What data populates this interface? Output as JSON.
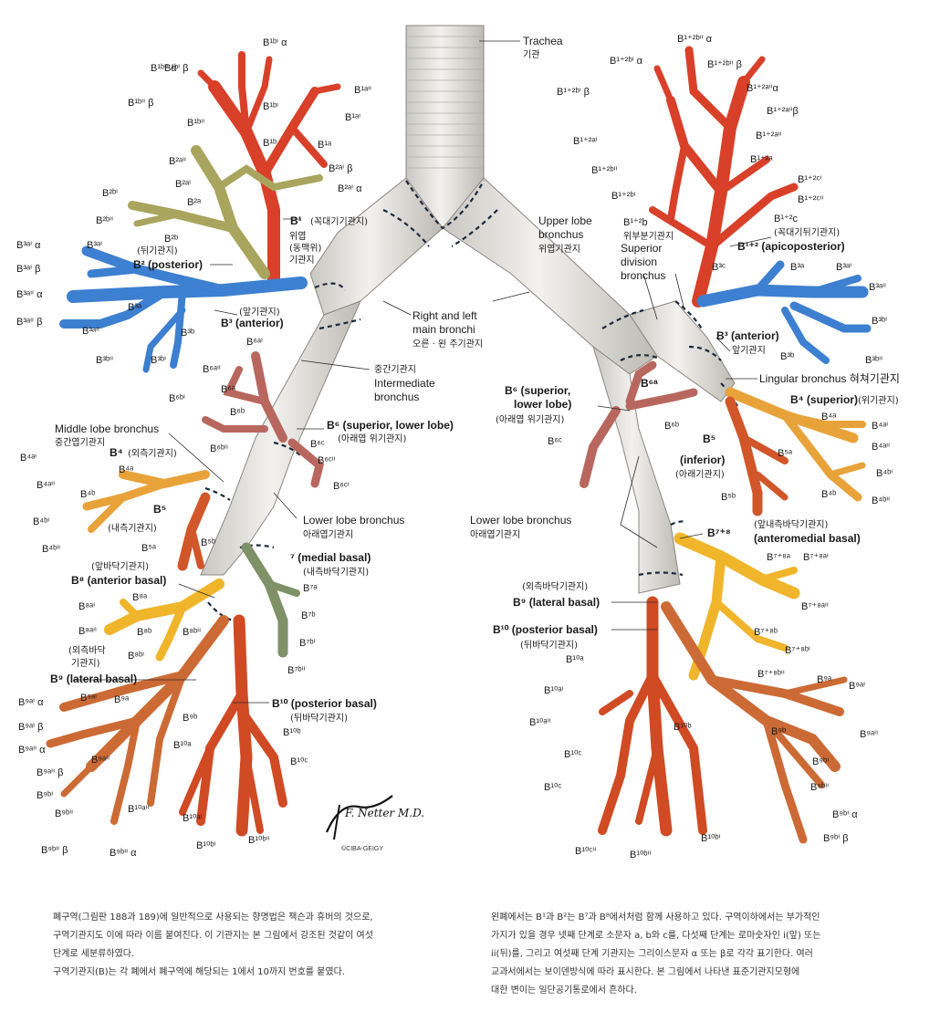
{
  "colors": {
    "trachea": "#e6e4df",
    "B1": "#d8402a",
    "B2": "#a9a55e",
    "B3": "#3d7fd0",
    "B4": "#e8a23a",
    "B5": "#d1562a",
    "B6": "#b8675f",
    "B7": "#7f9166",
    "B8": "#f0b52a",
    "B9": "#cc6a35",
    "B10": "#d04a24",
    "B12": "#d8402a",
    "B78": "#f0b52a"
  },
  "labels": {
    "trachea_en": "Trachea",
    "trachea_ko": "기관",
    "main_bronchi_en_1": "Right and left",
    "main_bronchi_en_2": "main bronchi",
    "main_bronchi_ko": "오른 · 왼 주기관지",
    "intermediate_ko": "중간기관지",
    "intermediate_en_1": "Intermediate",
    "intermediate_en_2": "bronchus",
    "middle_lobe_en": "Middle lobe bronchus",
    "middle_lobe_ko": "중간엽기관지",
    "lower_lobe_r_en": "Lower lobe bronchus",
    "lower_lobe_r_ko": "아래엽기관지",
    "lower_lobe_l_en": "Lower lobe bronchus",
    "lower_lobe_l_ko": "아래엽기관지",
    "upper_lobe_en_1": "Upper lobe",
    "upper_lobe_en_2": "bronchus",
    "upper_lobe_ko": "위엽기관지",
    "superior_div_1": "Superior",
    "superior_div_2": "division",
    "superior_div_3": "bronchus",
    "upper_lobe_r_ko_1": "위엽",
    "upper_lobe_r_ko_2": "(동맥위)",
    "upper_lobe_r_ko_3": "기관지",
    "b1_r": "B",
    "b1_r_ko": "(꼭대기기관지)",
    "b2_r_ko": "(뒤기관지)",
    "b2_r": "B² (posterior)",
    "b3_r_ko": "(앞기관지)",
    "b3_r": "B³ (anterior)",
    "b6_r": "B⁶ (superior, lower lobe)",
    "b6_r_ko": "(아래엽 위기관지)",
    "b4_r": "B⁴",
    "b4_r_ko": "(외측기관지)",
    "b5_r": "B⁵",
    "b5_r_ko": "(내측기관지)",
    "b7_r": "⁷ (medial basal)",
    "b7_r_ko": "(내측바닥기관지)",
    "b8_r": "B⁸ (anterior basal)",
    "b8_r_ko": "(앞바닥기관지)",
    "b9_r": "B⁹ (lateral basal)",
    "b9_r_ko_1": "(외측바닥",
    "b9_r_ko_2": "기관지)",
    "b10_r": "B¹⁰ (posterior basal)",
    "b10_r_ko": "(뒤바닥기관지)",
    "b12_l": "B¹⁺² (apicoposterior)",
    "b12_l_ko": "(꼭대기뒤기관지)",
    "b1b_l": "B¹⁺²b",
    "b1b_l_ko": "위부분기관지",
    "b1c_l": "B¹⁺²c",
    "b3_l": "B³ (anterior)",
    "b3_l_ko": "앞기관지",
    "lingular": "Lingular bronchus 혀쳐기관지",
    "b4_l": "B⁴ (superior)",
    "b4_l_ko": "(위기관지)",
    "b5_l": "B⁵",
    "b5_l_2": "(inferior)",
    "b5_l_ko": "(아래기관지)",
    "b6_l": "B⁶ (superior,",
    "b6_l_2": "lower lobe)",
    "b6_l_ko": "(아래엽 위기관지)",
    "b78_l": "B⁷⁺⁸",
    "b78_l_ko": "(앞내측바닥기관지)",
    "b78_l_2": "(anteromedial basal)",
    "b9_l": "B⁹ (lateral basal)",
    "b9_l_ko": "(외측바닥기관지)",
    "b10_l": "B¹⁰ (posterior basal)",
    "b10_l_ko": "(뒤바닥기관지)",
    "signature": "F. Netter M.D.",
    "signature_sub": "©CIBA-GEIGY"
  },
  "segment_labels_right": [
    "B¹ᵇⁱ β",
    "B¹ᵇⁱ α",
    "B¹ᵇⁱⁱ α",
    "B¹ᵃⁱⁱ",
    "B¹ᵇⁱⁱ β",
    "B¹ᵇⁱ",
    "B¹ᵃⁱ",
    "B¹ᵇⁱⁱ",
    "B¹ᵇ",
    "B¹ᵃ",
    "B²ᵃⁱⁱ",
    "B²ᵃⁱ β",
    "B²ᵃⁱ",
    "B²ᵃⁱ α",
    "B²ᵇⁱ",
    "B²ᵃ",
    "B²ᵇⁱⁱ",
    "B²ᵇ",
    "B³ᵃⁱ α",
    "B³ᵃⁱ",
    "B³ᵃⁱ β",
    "B³ᵃⁱⁱ α",
    "B³ᵃ",
    "B³ᵃⁱⁱ β",
    "B³ᵃⁱⁱ",
    "B³ᵇ",
    "B³ᵇⁱⁱ",
    "B³ᵇⁱ",
    "B⁶ᵃⁱ",
    "B⁶ᵃⁱⁱ",
    "B⁶ᵃ",
    "B⁶ᵇⁱ",
    "B⁶ᵇ",
    "B⁶ᶜ",
    "B⁶ᵇⁱⁱ",
    "B⁶ᶜⁱⁱ",
    "B⁶ᶜⁱ",
    "B⁴ᵃⁱ",
    "B⁴ᵃ",
    "B⁴ᵃⁱⁱ",
    "B⁴ᵇ",
    "B⁴ᵇⁱ",
    "B⁴ᵇⁱⁱ",
    "B⁵ᵃ",
    "B⁵ᵇ",
    "B⁷ᵃ",
    "B⁷ᵇ",
    "B⁷ᵇⁱ",
    "B⁷ᵇⁱⁱ",
    "B⁸ᵃⁱ",
    "B⁸ᵃ",
    "B⁸ᵃⁱⁱ",
    "B⁸ᵇ",
    "B⁸ᵇⁱⁱ",
    "B⁸ᵇⁱ",
    "B⁹ᵃⁱ α",
    "B⁹ᵃⁱ",
    "B⁹ᵃ",
    "B⁹ᵃⁱ β",
    "B⁹ᵇ",
    "B⁹ᵃⁱⁱ α",
    "B⁹ᵃⁱⁱ",
    "B⁹ᵃⁱⁱ β",
    "B⁹ᵇⁱ",
    "B⁹ᵇⁱⁱ",
    "B⁹ᵇⁱⁱ β",
    "B⁹ᵇⁱⁱ α",
    "B¹⁰ᵇ",
    "B¹⁰ᵃ",
    "B¹⁰ᶜ",
    "B¹⁰ᵃⁱⁱ",
    "B¹⁰ᵃⁱ",
    "B¹⁰ᵇⁱ",
    "B¹⁰ᵇⁱⁱ"
  ],
  "segment_labels_left": [
    "B¹⁺²ᵇⁱⁱ α",
    "B¹⁺²ᵇⁱ α",
    "B¹⁺²ᵇⁱⁱ β",
    "B¹⁺²ᵇⁱ β",
    "B¹⁺²ᵃⁱⁱα",
    "B¹⁺²ᵃⁱⁱβ",
    "B¹⁺²ᵃⁱ",
    "B¹⁺²ᵃⁱⁱ",
    "B¹⁺²ᵃ",
    "B¹⁺²ᵇⁱⁱ",
    "B¹⁺²ᶜⁱ",
    "B¹⁺²ᵇⁱ",
    "B¹⁺²ᶜⁱⁱ",
    "B³ᶜ",
    "B³ᵃ",
    "B³ᵃⁱ",
    "B³ᵃⁱⁱ",
    "B³ᵇⁱ",
    "B³ᵇ",
    "B³ᵇⁱⁱ",
    "B⁶ᵃ",
    "B⁶ᵇ",
    "B⁶ᶜ",
    "B⁴ᵃ",
    "B⁴ᵃⁱ",
    "B⁴ᵃⁱⁱ",
    "B⁴ᵇⁱ",
    "B⁴ᵇ",
    "B⁴ᵇⁱⁱ",
    "B⁵ᵃ",
    "B⁵ᵇ",
    "B⁷⁺⁸ᵃ",
    "B⁷⁺⁸ᵃⁱ",
    "B⁷⁺⁸ᵃⁱⁱ",
    "B⁷⁺⁸ᵇ",
    "B⁷⁺⁸ᵇⁱ",
    "B⁷⁺⁸ᵇⁱⁱ",
    "B⁹ᵃ",
    "B⁹ᵃⁱ",
    "B⁹ᵃⁱⁱ",
    "B⁹ᵇ",
    "B⁹ᵇⁱ",
    "B⁹ᵇⁱⁱ",
    "B⁹ᵇⁱ α",
    "B⁹ᵇⁱ β",
    "B¹⁰ᵃ",
    "B¹⁰ᵃⁱ",
    "B¹⁰ᵃⁱⁱ",
    "B¹⁰ᵇ",
    "B¹⁰ᶜ",
    "B¹⁰ᶜ",
    "B¹⁰ᶜⁱⁱ",
    "B¹⁰ᵇⁱⁱ",
    "B¹⁰ᵇⁱ"
  ],
  "captions": {
    "left": "폐구역(그림판 188과 189)에 일반적으로 사용되는 향명법은 잭슨과 휴버의 것으로,\n구역기관지도 이에 따라 이름 붙여진다. 이 기관지는 본 그림에서 강조된 것같이 여섯\n단계로 세분류하였다.\n구역기관지(B)는 각 폐에서 폐구역에 해당되는 1에서 10까지 번호를 붙였다.",
    "right": "왼폐에서는 B¹과 B²는 B⁷과 B⁸에서처럼 함께 사용하고 있다. 구역이하에서는 부가적인\n가지가 있을 경우 넷째 단계로 소문자 a, b와 c를, 다섯째 단계는 로마숫자인 i(앞) 또는\nii(뒤)를, 그리고 여섯째 단계 기관지는 그리이스문자 α 또는 β로 각각 표기한다. 여러\n교과서에서는 보이덴방식에 따라 표시한다. 본 그림에서 나타낸 표준기관지모형에\n대한 변이는 일단공기통로에서 흔하다."
  }
}
